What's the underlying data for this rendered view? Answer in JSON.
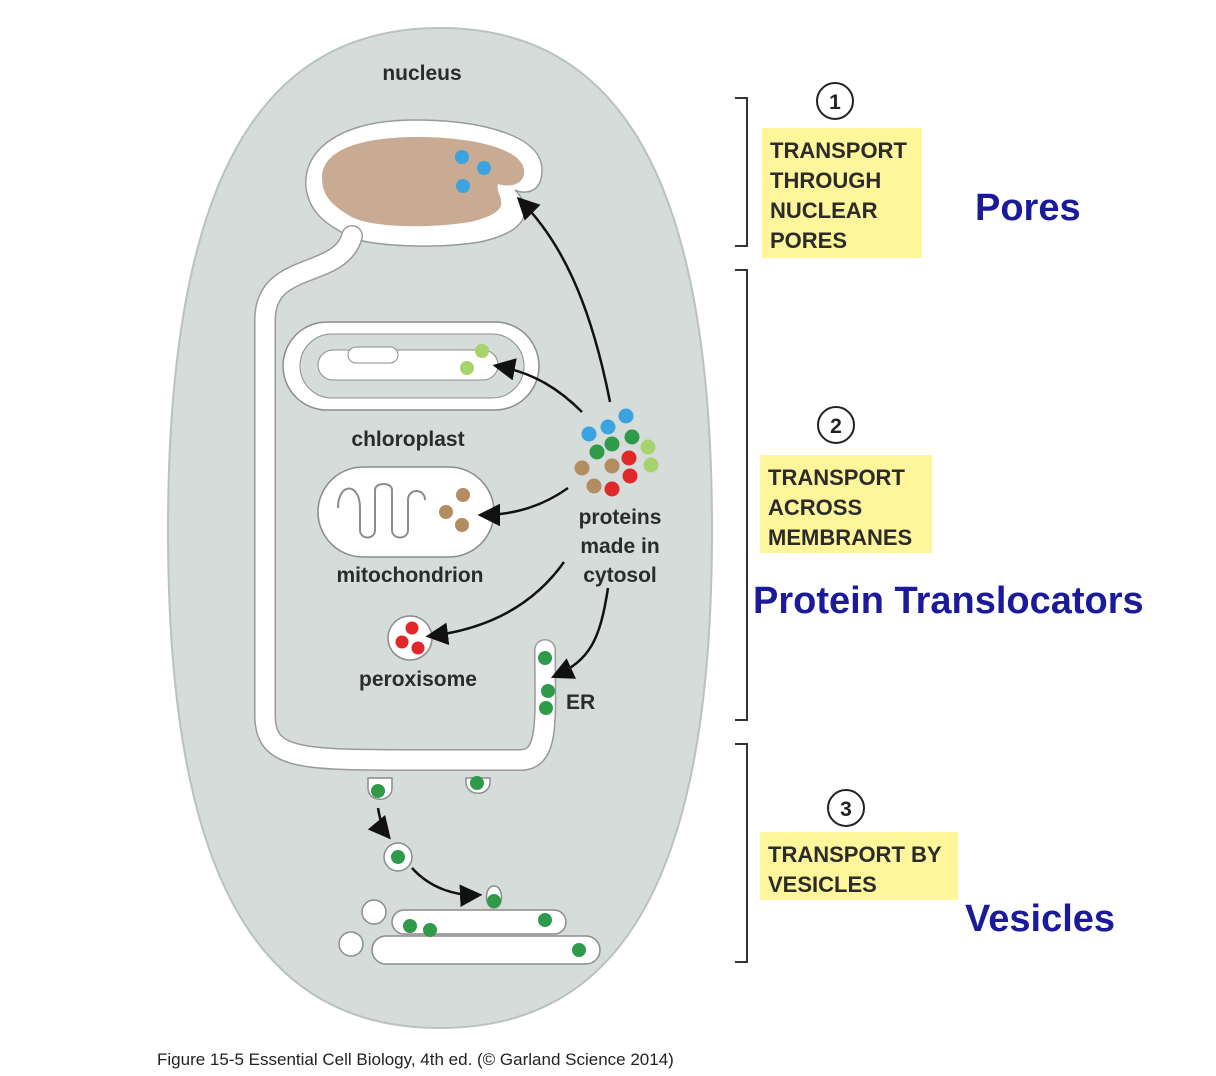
{
  "labels": {
    "nucleus": "nucleus",
    "chloroplast": "chloroplast",
    "mitochondrion": "mitochondrion",
    "peroxisome": "peroxisome",
    "er": "ER",
    "proteins": [
      "proteins",
      "made in",
      "cytosol"
    ]
  },
  "steps": [
    {
      "number": "1",
      "lines": [
        "TRANSPORT",
        "THROUGH",
        "NUCLEAR",
        "PORES"
      ],
      "annotation": "Pores"
    },
    {
      "number": "2",
      "lines": [
        "TRANSPORT",
        "ACROSS",
        "MEMBRANES"
      ],
      "annotation": "Protein Translocators"
    },
    {
      "number": "3",
      "lines": [
        "TRANSPORT BY",
        "VESICLES"
      ],
      "annotation": "Vesicles"
    }
  ],
  "caption": "Figure 15-5  Essential Cell Biology, 4th ed. (© Garland Science 2014)",
  "colors": {
    "cell": "#d5dcd9",
    "nucleus_interior": "#c9ab94",
    "highlight": "#fff59a",
    "annotation_text": "#1a1a9a",
    "protein_blue": "#3ba3e0",
    "protein_green": "#2e9a4a",
    "protein_light_green": "#a6d36b",
    "protein_red": "#e0282a",
    "protein_tan": "#b38c62"
  }
}
